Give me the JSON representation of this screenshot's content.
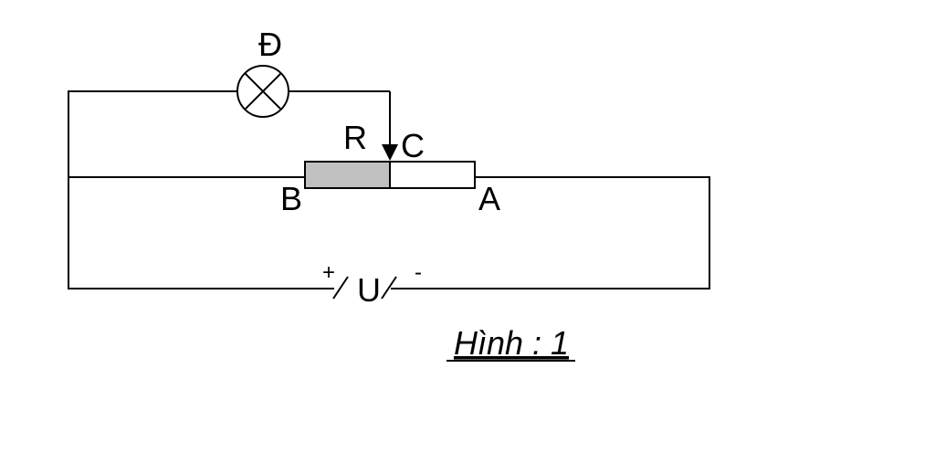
{
  "labels": {
    "lamp": "Đ",
    "rheostat": "R",
    "slider": "C",
    "end_b": "B",
    "end_a": "A",
    "source": "U",
    "plus": "+",
    "minus": "-"
  },
  "caption": "Hình : 1",
  "colors": {
    "line": "#000000",
    "rheostat_shaded": "#c0c0c0",
    "background": "#ffffff"
  },
  "icons": {
    "lamp": "lamp-icon",
    "slider_arrow": "arrow-down-icon",
    "battery": "battery-icon"
  }
}
